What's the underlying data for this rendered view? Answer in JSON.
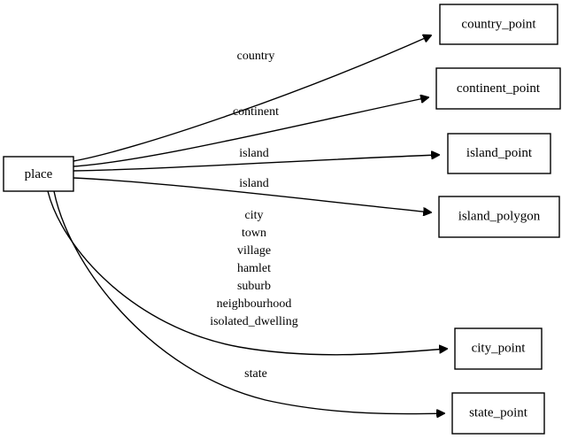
{
  "diagram": {
    "title": "place",
    "type": "directed-graph",
    "background_color": "#ffffff",
    "line_color": "#000000",
    "node_fill": "#ffffff"
  },
  "nodes": {
    "source": {
      "id": "place",
      "label": "place"
    },
    "targets": [
      {
        "id": "country_point",
        "label": "country_point"
      },
      {
        "id": "continent_point",
        "label": "continent_point"
      },
      {
        "id": "island_point",
        "label": "island_point"
      },
      {
        "id": "island_polygon",
        "label": "island_polygon"
      },
      {
        "id": "city_point",
        "label": "city_point"
      },
      {
        "id": "state_point",
        "label": "state_point"
      }
    ]
  },
  "edges": [
    {
      "from": "place",
      "to": "country_point",
      "label": "country"
    },
    {
      "from": "place",
      "to": "continent_point",
      "label": "continent"
    },
    {
      "from": "place",
      "to": "island_point",
      "label": "island"
    },
    {
      "from": "place",
      "to": "island_polygon",
      "label": "island"
    },
    {
      "from": "place",
      "to": "city_point",
      "label": "city\ntown\nvillage\nhamlet\nsuburb\nneighbourhood\nisolated_dwelling"
    },
    {
      "from": "place",
      "to": "state_point",
      "label": "state"
    }
  ],
  "edge_label_lines": {
    "country": [
      "country"
    ],
    "continent": [
      "continent"
    ],
    "island_point": [
      "island"
    ],
    "island_polygon": [
      "island"
    ],
    "city_point": [
      "city",
      "town",
      "village",
      "hamlet",
      "suburb",
      "neighbourhood",
      "isolated_dwelling"
    ],
    "state": [
      "state"
    ]
  }
}
